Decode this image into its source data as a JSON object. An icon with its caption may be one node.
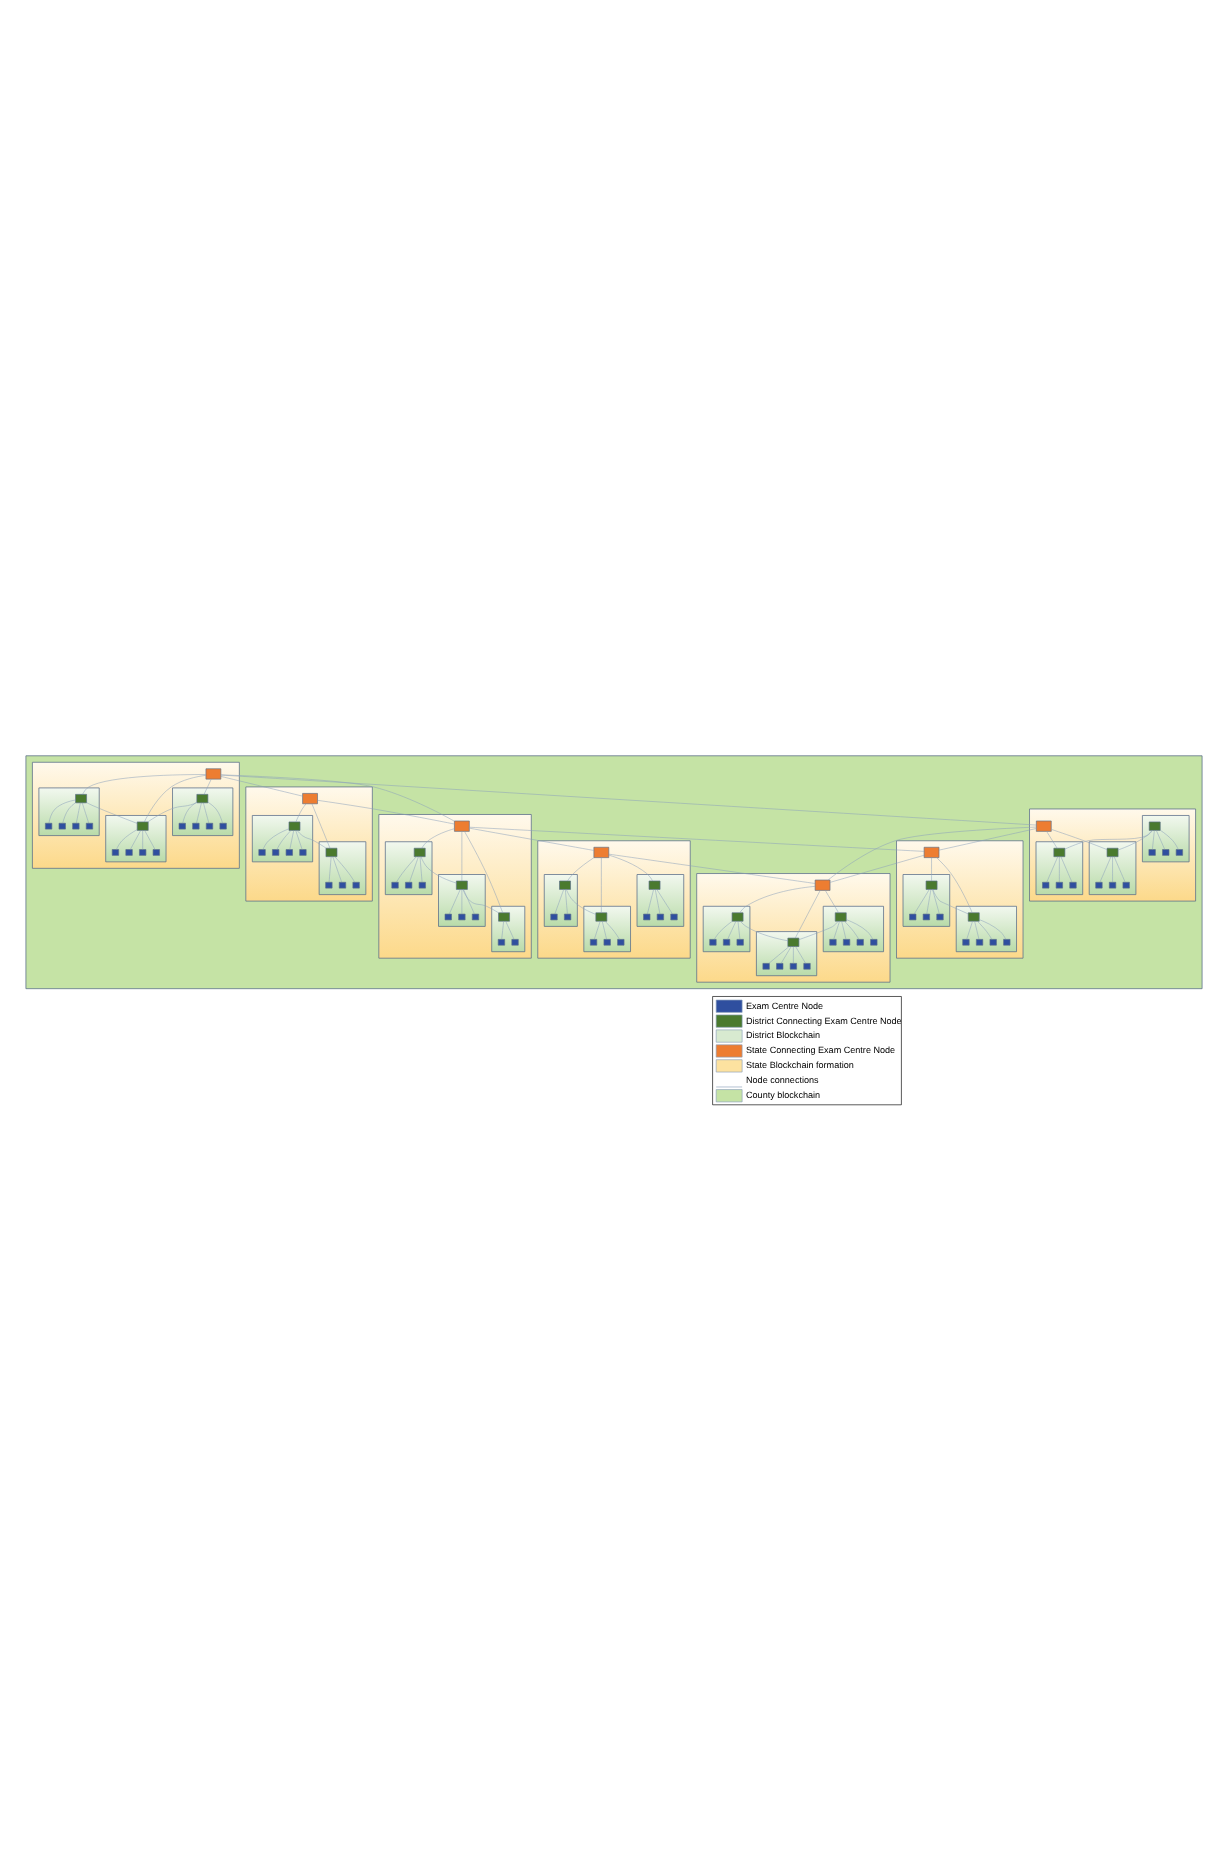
{
  "diagram": {
    "nodes": [
      {
        "text": [],
        "shape": "box"
      },
      {
        "text": [],
        "shape": "box",
        "in": 0
      },
      {
        "text": [],
        "shape": "box",
        "in": 1
      },
      {
        "text": [],
        "shape": "box",
        "in": 1
      },
      {
        "text": [],
        "shape": "box",
        "in": 3
      },
      {
        "text": [],
        "shape": "box",
        "in": 3
      },
      {
        "text": [],
        "shape": "box",
        "in": 3
      },
      {
        "text": [],
        "shape": "box",
        "in": 3
      },
      {
        "text": [],
        "shape": "box",
        "in": 3
      },
      {
        "text": [],
        "shape": "box",
        "in": 1
      },
      {
        "text": [],
        "shape": "box",
        "in": 9
      },
      {
        "text": [],
        "shape": "box",
        "in": 9
      },
      {
        "text": [],
        "shape": "box",
        "in": 9
      },
      {
        "text": [],
        "shape": "box",
        "in": 9
      },
      {
        "text": [],
        "shape": "box",
        "in": 9
      },
      {
        "text": [],
        "shape": "box",
        "in": 1
      },
      {
        "text": [],
        "shape": "box",
        "in": 15
      },
      {
        "text": [],
        "shape": "box",
        "in": 15
      },
      {
        "text": [],
        "shape": "box",
        "in": 15
      },
      {
        "text": [],
        "shape": "box",
        "in": 15
      },
      {
        "text": [],
        "shape": "box",
        "in": 15
      },
      {
        "text": [],
        "shape": "box",
        "in": 0
      },
      {
        "text": [],
        "shape": "box",
        "in": 21
      },
      {
        "text": [],
        "shape": "box",
        "in": 21
      },
      {
        "text": [],
        "shape": "box",
        "in": 23
      },
      {
        "text": [],
        "shape": "box",
        "in": 23
      },
      {
        "text": [],
        "shape": "box",
        "in": 23
      },
      {
        "text": [],
        "shape": "box",
        "in": 23
      },
      {
        "text": [],
        "shape": "box",
        "in": 23
      },
      {
        "text": [],
        "shape": "box",
        "in": 21
      },
      {
        "text": [],
        "shape": "box",
        "in": 29
      },
      {
        "text": [],
        "shape": "box",
        "in": 29
      },
      {
        "text": [],
        "shape": "box",
        "in": 29
      },
      {
        "text": [],
        "shape": "box",
        "in": 29
      },
      {
        "text": [],
        "shape": "box",
        "in": 0
      },
      {
        "text": [],
        "shape": "box",
        "in": 34
      },
      {
        "text": [],
        "shape": "box",
        "in": 34
      },
      {
        "text": [],
        "shape": "box",
        "in": 36
      },
      {
        "text": [],
        "shape": "box",
        "in": 36
      },
      {
        "text": [],
        "shape": "box",
        "in": 36
      },
      {
        "text": [],
        "shape": "box",
        "in": 36
      },
      {
        "text": [],
        "shape": "box",
        "in": 34
      },
      {
        "text": [],
        "shape": "box",
        "in": 41
      },
      {
        "text": [],
        "shape": "box",
        "in": 41
      },
      {
        "text": [],
        "shape": "box",
        "in": 41
      },
      {
        "text": [],
        "shape": "box",
        "in": 41
      },
      {
        "text": [],
        "shape": "box",
        "in": 34
      },
      {
        "text": [],
        "shape": "box",
        "in": 46
      },
      {
        "text": [],
        "shape": "box",
        "in": 46
      },
      {
        "text": [],
        "shape": "box",
        "in": 46
      },
      {
        "text": [],
        "shape": "box",
        "in": 46
      },
      {
        "text": [],
        "shape": "box",
        "in": 0
      },
      {
        "text": [],
        "shape": "box",
        "in": 51
      },
      {
        "text": [],
        "shape": "box",
        "in": 51
      },
      {
        "text": [],
        "shape": "box",
        "in": 53
      },
      {
        "text": [],
        "shape": "box",
        "in": 53
      },
      {
        "text": [],
        "shape": "box",
        "in": 53
      },
      {
        "text": [],
        "shape": "box",
        "in": 53
      },
      {
        "text": [],
        "shape": "box",
        "in": 51
      },
      {
        "text": [],
        "shape": "box",
        "in": 58
      },
      {
        "text": [],
        "shape": "box",
        "in": 58
      },
      {
        "text": [],
        "shape": "box",
        "in": 58
      },
      {
        "text": [],
        "shape": "box",
        "in": 58
      },
      {
        "text": [],
        "shape": "box",
        "in": 51
      },
      {
        "text": [],
        "shape": "box",
        "in": 63
      },
      {
        "text": [],
        "shape": "box",
        "in": 63
      },
      {
        "text": [],
        "shape": "box",
        "in": 63
      },
      {
        "text": [],
        "shape": "box",
        "in": 0
      },
      {
        "text": [],
        "shape": "box",
        "in": 67
      },
      {
        "text": [],
        "shape": "box",
        "in": 67
      },
      {
        "text": [],
        "shape": "box",
        "in": 69
      },
      {
        "text": [],
        "shape": "box",
        "in": 69
      },
      {
        "text": [],
        "shape": "box",
        "in": 69
      },
      {
        "text": [],
        "shape": "box",
        "in": 69
      },
      {
        "text": [],
        "shape": "box",
        "in": 67
      },
      {
        "text": [],
        "shape": "box",
        "in": 74
      },
      {
        "text": [],
        "shape": "box",
        "in": 74
      },
      {
        "text": [],
        "shape": "box",
        "in": 74
      },
      {
        "text": [],
        "shape": "box",
        "in": 74
      },
      {
        "text": [],
        "shape": "box",
        "in": 74
      },
      {
        "text": [],
        "shape": "box",
        "in": 0
      },
      {
        "text": [],
        "shape": "box",
        "in": 80
      },
      {
        "text": [],
        "shape": "box",
        "in": 80
      },
      {
        "text": [],
        "shape": "box",
        "in": 82
      },
      {
        "text": [],
        "shape": "box",
        "in": 82
      },
      {
        "text": [],
        "shape": "box",
        "in": 82
      },
      {
        "text": [],
        "shape": "box",
        "in": 80
      },
      {
        "text": [],
        "shape": "box",
        "in": 86
      },
      {
        "text": [],
        "shape": "box",
        "in": 86
      },
      {
        "text": [],
        "shape": "box",
        "in": 86
      },
      {
        "text": [],
        "shape": "box",
        "in": 86
      },
      {
        "text": [],
        "shape": "box",
        "in": 80
      },
      {
        "text": [],
        "shape": "box",
        "in": 91
      },
      {
        "text": [],
        "shape": "box",
        "in": 91
      },
      {
        "text": [],
        "shape": "box",
        "in": 91
      },
      {
        "text": [],
        "shape": "box",
        "in": 91
      },
      {
        "text": [],
        "shape": "box",
        "in": 0
      },
      {
        "text": [],
        "shape": "box",
        "in": 96
      },
      {
        "text": [],
        "shape": "box",
        "in": 96
      },
      {
        "text": [],
        "shape": "box",
        "in": 98
      },
      {
        "text": [],
        "shape": "box",
        "in": 98
      },
      {
        "text": [],
        "shape": "box",
        "in": 98
      },
      {
        "text": [],
        "shape": "box",
        "in": 98
      },
      {
        "text": [],
        "shape": "box",
        "in": 96
      },
      {
        "text": [],
        "shape": "box",
        "in": 103
      },
      {
        "text": [],
        "shape": "box",
        "in": 103
      },
      {
        "text": [],
        "shape": "box",
        "in": 103
      },
      {
        "text": [],
        "shape": "box",
        "in": 103
      },
      {
        "text": [],
        "shape": "box",
        "in": 103
      },
      {
        "text": [],
        "shape": "box",
        "in": 96
      },
      {
        "text": [],
        "shape": "box",
        "in": 109
      },
      {
        "text": [],
        "shape": "box",
        "in": 109
      },
      {
        "text": [],
        "shape": "box",
        "in": 109
      },
      {
        "text": [],
        "shape": "box",
        "in": 109
      },
      {
        "text": [],
        "shape": "box",
        "in": 109
      }
    ],
    "edges": [
      {
        "from": 2,
        "to": 22,
        "arrow": "none"
      },
      {
        "from": 2,
        "to": 35,
        "arrow": "none"
      },
      {
        "from": 2,
        "to": 52,
        "arrow": "none"
      },
      {
        "from": 22,
        "to": 52,
        "arrow": "none"
      },
      {
        "from": 35,
        "to": 68,
        "arrow": "none"
      },
      {
        "from": 35,
        "to": 97,
        "arrow": "none"
      },
      {
        "from": 52,
        "to": 68,
        "arrow": "none"
      },
      {
        "from": 52,
        "to": 81,
        "arrow": "none"
      },
      {
        "from": 68,
        "to": 97,
        "arrow": "none"
      },
      {
        "from": 81,
        "to": 97,
        "arrow": "none"
      },
      {
        "from": 2,
        "to": 4,
        "arrow": "none"
      },
      {
        "from": 2,
        "to": 10,
        "arrow": "none"
      },
      {
        "from": 2,
        "to": 16,
        "arrow": "none"
      },
      {
        "from": 10,
        "to": 16,
        "arrow": "none"
      },
      {
        "from": 4,
        "to": 16,
        "arrow": "none"
      },
      {
        "from": 4,
        "to": 5,
        "arrow": "none"
      },
      {
        "from": 4,
        "to": 6,
        "arrow": "none"
      },
      {
        "from": 4,
        "to": 7,
        "arrow": "none"
      },
      {
        "from": 4,
        "to": 8,
        "arrow": "none"
      },
      {
        "from": 10,
        "to": 11,
        "arrow": "none"
      },
      {
        "from": 10,
        "to": 12,
        "arrow": "none"
      },
      {
        "from": 10,
        "to": 13,
        "arrow": "none"
      },
      {
        "from": 10,
        "to": 14,
        "arrow": "none"
      },
      {
        "from": 16,
        "to": 17,
        "arrow": "none"
      },
      {
        "from": 16,
        "to": 18,
        "arrow": "none"
      },
      {
        "from": 16,
        "to": 19,
        "arrow": "none"
      },
      {
        "from": 16,
        "to": 20,
        "arrow": "none"
      },
      {
        "from": 22,
        "to": 24,
        "arrow": "none"
      },
      {
        "from": 22,
        "to": 30,
        "arrow": "none"
      },
      {
        "from": 24,
        "to": 30,
        "arrow": "none"
      },
      {
        "from": 24,
        "to": 25,
        "arrow": "none"
      },
      {
        "from": 24,
        "to": 26,
        "arrow": "none"
      },
      {
        "from": 24,
        "to": 27,
        "arrow": "none"
      },
      {
        "from": 24,
        "to": 28,
        "arrow": "none"
      },
      {
        "from": 30,
        "to": 31,
        "arrow": "none"
      },
      {
        "from": 30,
        "to": 32,
        "arrow": "none"
      },
      {
        "from": 30,
        "to": 33,
        "arrow": "none"
      },
      {
        "from": 35,
        "to": 42,
        "arrow": "none"
      },
      {
        "from": 35,
        "to": 47,
        "arrow": "none"
      },
      {
        "from": 37,
        "to": 42,
        "arrow": "none"
      },
      {
        "from": 37,
        "to": 47,
        "arrow": "none"
      },
      {
        "from": 37,
        "to": 38,
        "arrow": "none"
      },
      {
        "from": 37,
        "to": 39,
        "arrow": "none"
      },
      {
        "from": 37,
        "to": 40,
        "arrow": "none"
      },
      {
        "from": 42,
        "to": 43,
        "arrow": "none"
      },
      {
        "from": 42,
        "to": 44,
        "arrow": "none"
      },
      {
        "from": 42,
        "to": 45,
        "arrow": "none"
      },
      {
        "from": 47,
        "to": 48,
        "arrow": "none"
      },
      {
        "from": 47,
        "to": 49,
        "arrow": "none"
      },
      {
        "from": 47,
        "to": 50,
        "arrow": "none"
      },
      {
        "from": 52,
        "to": 54,
        "arrow": "none"
      },
      {
        "from": 52,
        "to": 59,
        "arrow": "none"
      },
      {
        "from": 52,
        "to": 64,
        "arrow": "none"
      },
      {
        "from": 54,
        "to": 59,
        "arrow": "none"
      },
      {
        "from": 59,
        "to": 64,
        "arrow": "none"
      },
      {
        "from": 54,
        "to": 55,
        "arrow": "none"
      },
      {
        "from": 54,
        "to": 56,
        "arrow": "none"
      },
      {
        "from": 54,
        "to": 57,
        "arrow": "none"
      },
      {
        "from": 59,
        "to": 60,
        "arrow": "none"
      },
      {
        "from": 59,
        "to": 61,
        "arrow": "none"
      },
      {
        "from": 59,
        "to": 62,
        "arrow": "none"
      },
      {
        "from": 64,
        "to": 65,
        "arrow": "none"
      },
      {
        "from": 64,
        "to": 66,
        "arrow": "none"
      },
      {
        "from": 68,
        "to": 70,
        "arrow": "none"
      },
      {
        "from": 68,
        "to": 75,
        "arrow": "none"
      },
      {
        "from": 70,
        "to": 75,
        "arrow": "none"
      },
      {
        "from": 70,
        "to": 71,
        "arrow": "none"
      },
      {
        "from": 70,
        "to": 72,
        "arrow": "none"
      },
      {
        "from": 70,
        "to": 73,
        "arrow": "none"
      },
      {
        "from": 75,
        "to": 76,
        "arrow": "none"
      },
      {
        "from": 75,
        "to": 77,
        "arrow": "none"
      },
      {
        "from": 75,
        "to": 78,
        "arrow": "none"
      },
      {
        "from": 75,
        "to": 79,
        "arrow": "none"
      },
      {
        "from": 81,
        "to": 83,
        "arrow": "none"
      },
      {
        "from": 81,
        "to": 87,
        "arrow": "none"
      },
      {
        "from": 81,
        "to": 92,
        "arrow": "none"
      },
      {
        "from": 83,
        "to": 87,
        "arrow": "none"
      },
      {
        "from": 83,
        "to": 84,
        "arrow": "none"
      },
      {
        "from": 83,
        "to": 85,
        "arrow": "none"
      },
      {
        "from": 87,
        "to": 88,
        "arrow": "none"
      },
      {
        "from": 87,
        "to": 89,
        "arrow": "none"
      },
      {
        "from": 87,
        "to": 90,
        "arrow": "none"
      },
      {
        "from": 92,
        "to": 93,
        "arrow": "none"
      },
      {
        "from": 92,
        "to": 94,
        "arrow": "none"
      },
      {
        "from": 92,
        "to": 95,
        "arrow": "none"
      },
      {
        "from": 97,
        "to": 99,
        "arrow": "none"
      },
      {
        "from": 97,
        "to": 104,
        "arrow": "none"
      },
      {
        "from": 97,
        "to": 110,
        "arrow": "none"
      },
      {
        "from": 104,
        "to": 110,
        "arrow": "none"
      },
      {
        "from": 99,
        "to": 110,
        "arrow": "none"
      },
      {
        "from": 99,
        "to": 100,
        "arrow": "none"
      },
      {
        "from": 99,
        "to": 101,
        "arrow": "none"
      },
      {
        "from": 99,
        "to": 102,
        "arrow": "none"
      },
      {
        "from": 104,
        "to": 105,
        "arrow": "none"
      },
      {
        "from": 104,
        "to": 106,
        "arrow": "none"
      },
      {
        "from": 104,
        "to": 107,
        "arrow": "none"
      },
      {
        "from": 104,
        "to": 108,
        "arrow": "none"
      },
      {
        "from": 110,
        "to": 111,
        "arrow": "none"
      },
      {
        "from": 110,
        "to": 112,
        "arrow": "none"
      },
      {
        "from": 110,
        "to": 113,
        "arrow": "none"
      },
      {
        "from": 110,
        "to": 114,
        "arrow": "none"
      }
    ],
    "legend": [
      {
        "text": "Exam Centre Node",
        "color": "#2f4f9f"
      },
      {
        "text": "District Connecting Exam Centre Node",
        "color": "#4a7a2e"
      },
      {
        "text": "District Blockchain",
        "color": "#d8ead0"
      },
      {
        "text": "State Connecting Exam Centre Node",
        "color": "#ed7d31"
      },
      {
        "text": "State Blockchain formation",
        "color": "#fde2a0"
      },
      {
        "text": "Node connections"
      },
      {
        "text": "County blockchain",
        "color": "#c5e3a5"
      }
    ]
  }
}
